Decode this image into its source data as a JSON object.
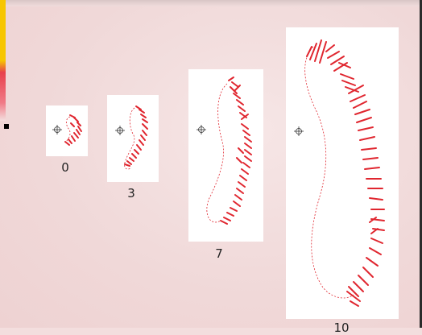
{
  "colors": {
    "stitch": "#e0262f",
    "guide": "#e0262f",
    "crosshair": "#333333",
    "panel": "#ffffff",
    "background": "#f3dede"
  },
  "stages": [
    {
      "label": "0"
    },
    {
      "label": "3"
    },
    {
      "label": "7"
    },
    {
      "label": "10"
    }
  ]
}
